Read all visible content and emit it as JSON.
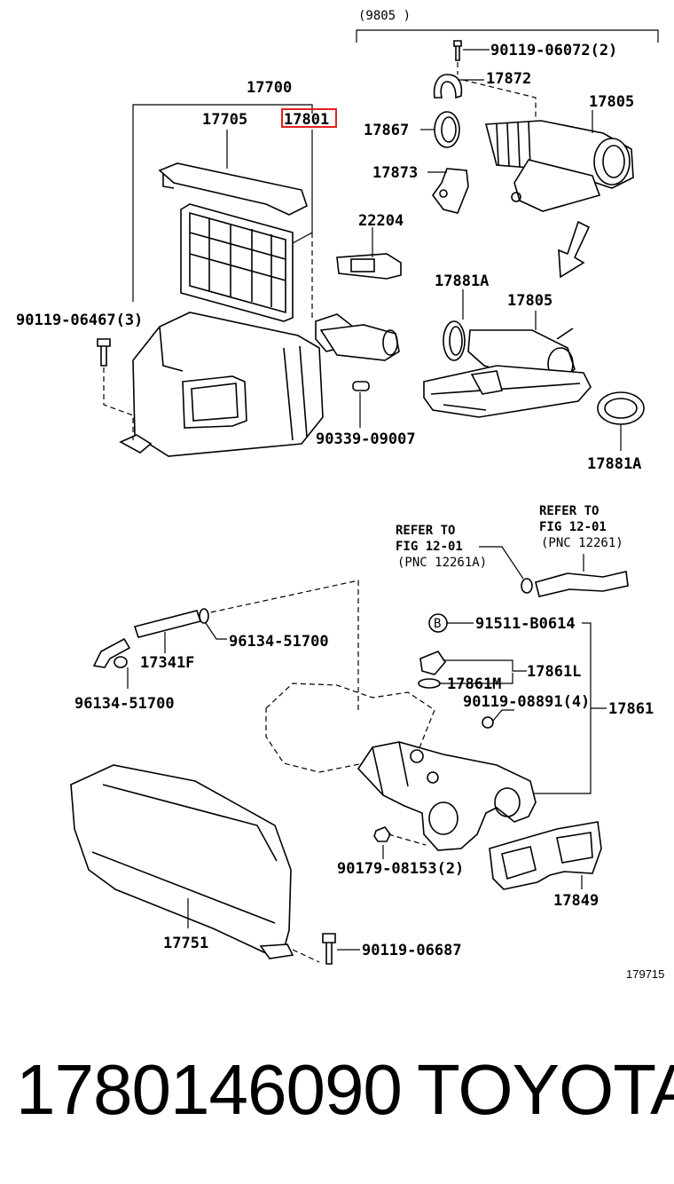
{
  "header_range": "(9805        )",
  "highlight_part": "17801",
  "labels": {
    "p90119_06072": "90119-06072(2)",
    "p17872": "17872",
    "p17805_top": "17805",
    "p17867": "17867",
    "p17873": "17873",
    "p22204": "22204",
    "p17700": "17700",
    "p17705": "17705",
    "p17801": "17801",
    "p90119_06467": "90119-06467(3)",
    "p17881A_top": "17881A",
    "p17805_mid": "17805",
    "p90339_09007": "90339-09007",
    "p17881A_bot": "17881A",
    "ref1_line1": "REFER TO",
    "ref1_line2": "FIG 12-01",
    "ref1_line3": "(PNC 12261A)",
    "ref2_line1": "REFER TO",
    "ref2_line2": "FIG 12-01",
    "ref2_line3": "(PNC 12261)",
    "p96134_51700_a": "96134-51700",
    "p17341F": "17341F",
    "p96134_51700_b": "96134-51700",
    "circle_B": "B",
    "p91511_B0614": "91511-B0614",
    "p17861L": "17861L",
    "p17861M": "17861M",
    "p90119_08891": "90119-08891(4)",
    "p17861": "17861",
    "p90179_08153": "90179-08153(2)",
    "p17849": "17849",
    "p17751": "17751",
    "p90119_06687": "90119-06687",
    "figure_number": "179715"
  },
  "footer": {
    "part_number": "1780146090",
    "brand": "TOYOTA"
  }
}
